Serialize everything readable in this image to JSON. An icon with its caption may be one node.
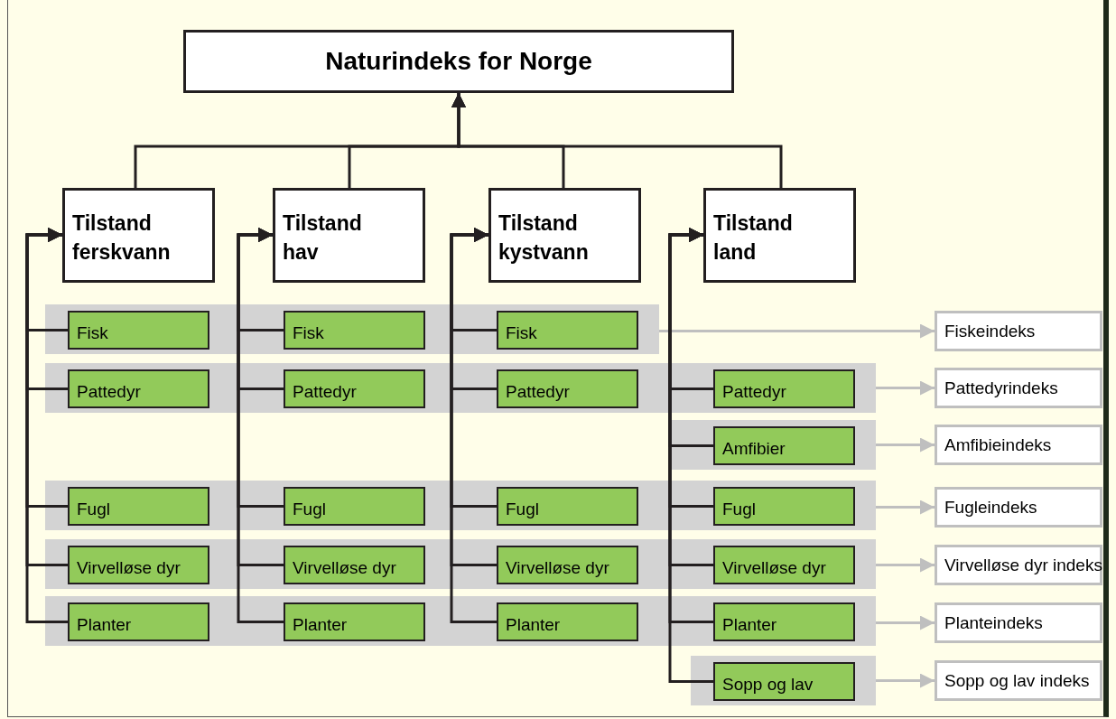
{
  "diagram": {
    "nodes": [
      {
        "text": [
          "Naturindeks for Norge"
        ]
      },
      {
        "text": [
          "Tilstand ferskvann"
        ]
      },
      {
        "text": [
          "Tilstand hav"
        ]
      },
      {
        "text": [
          "Tilstand kystvann"
        ]
      },
      {
        "text": [
          "Tilstand land"
        ]
      },
      {
        "text": [],
        "shape": "bar"
      },
      {
        "text": [
          "Fisk"
        ],
        "in": 5
      },
      {
        "text": [
          "Fisk"
        ],
        "in": 5
      },
      {
        "text": [
          "Fisk"
        ],
        "in": 5
      },
      {
        "text": [
          "Fiskeindeks"
        ]
      },
      {
        "text": [],
        "shape": "bar"
      },
      {
        "text": [
          "Pattedyr"
        ],
        "in": 10
      },
      {
        "text": [
          "Pattedyr"
        ],
        "in": 10
      },
      {
        "text": [
          "Pattedyr"
        ],
        "in": 10
      },
      {
        "text": [
          "Pattedyr"
        ],
        "in": 10
      },
      {
        "text": [
          "Pattedyrindeks"
        ]
      },
      {
        "text": [],
        "shape": "bar"
      },
      {
        "text": [
          "Amfibier"
        ],
        "in": 16
      },
      {
        "text": [
          "Amfibieindeks"
        ]
      },
      {
        "text": [],
        "shape": "bar"
      },
      {
        "text": [
          "Fugl"
        ],
        "in": 19
      },
      {
        "text": [
          "Fugl"
        ],
        "in": 19
      },
      {
        "text": [
          "Fugl"
        ],
        "in": 19
      },
      {
        "text": [
          "Fugl"
        ],
        "in": 19
      },
      {
        "text": [
          "Fugleindeks"
        ]
      },
      {
        "text": [],
        "shape": "bar"
      },
      {
        "text": [
          "Virvelløse dyr"
        ],
        "in": 25
      },
      {
        "text": [
          "Virvelløse dyr"
        ],
        "in": 25
      },
      {
        "text": [
          "Virvelløse dyr"
        ],
        "in": 25
      },
      {
        "text": [
          "Virvelløse dyr"
        ],
        "in": 25
      },
      {
        "text": [
          "Virvelløse dyr indeks"
        ]
      },
      {
        "text": [],
        "shape": "bar"
      },
      {
        "text": [
          "Planter"
        ],
        "in": 31
      },
      {
        "text": [
          "Planter"
        ],
        "in": 31
      },
      {
        "text": [
          "Planter"
        ],
        "in": 31
      },
      {
        "text": [
          "Planter"
        ],
        "in": 31
      },
      {
        "text": [
          "Planteindeks"
        ]
      },
      {
        "text": [],
        "shape": "bar"
      },
      {
        "text": [
          "Sopp og lav"
        ],
        "in": 37
      },
      {
        "text": [
          "Sopp og lav indeks"
        ]
      }
    ],
    "edges": [
      {
        "from": 1,
        "to": 0,
        "arrow": "to"
      },
      {
        "from": 2,
        "to": 0,
        "arrow": "to"
      },
      {
        "from": 3,
        "to": 0,
        "arrow": "to"
      },
      {
        "from": 4,
        "to": 0,
        "arrow": "to"
      },
      {
        "from": 6,
        "to": 1,
        "arrow": "to"
      },
      {
        "from": 7,
        "to": 2,
        "arrow": "to"
      },
      {
        "from": 8,
        "to": 3,
        "arrow": "to"
      },
      {
        "from": 5,
        "to": 9,
        "arrow": "to",
        "color": "#bfbfbf"
      },
      {
        "from": 11,
        "to": 1,
        "arrow": "to"
      },
      {
        "from": 12,
        "to": 2,
        "arrow": "to"
      },
      {
        "from": 13,
        "to": 3,
        "arrow": "to"
      },
      {
        "from": 14,
        "to": 4,
        "arrow": "to"
      },
      {
        "from": 10,
        "to": 15,
        "arrow": "to",
        "color": "#bfbfbf"
      },
      {
        "from": 17,
        "to": 4,
        "arrow": "to"
      },
      {
        "from": 16,
        "to": 18,
        "arrow": "to",
        "color": "#bfbfbf"
      },
      {
        "from": 20,
        "to": 1,
        "arrow": "to"
      },
      {
        "from": 21,
        "to": 2,
        "arrow": "to"
      },
      {
        "from": 22,
        "to": 3,
        "arrow": "to"
      },
      {
        "from": 23,
        "to": 4,
        "arrow": "to"
      },
      {
        "from": 19,
        "to": 24,
        "arrow": "to",
        "color": "#bfbfbf"
      },
      {
        "from": 26,
        "to": 1,
        "arrow": "to"
      },
      {
        "from": 27,
        "to": 2,
        "arrow": "to"
      },
      {
        "from": 28,
        "to": 3,
        "arrow": "to"
      },
      {
        "from": 29,
        "to": 4,
        "arrow": "to"
      },
      {
        "from": 25,
        "to": 30,
        "arrow": "to",
        "color": "#bfbfbf"
      },
      {
        "from": 32,
        "to": 1,
        "arrow": "to"
      },
      {
        "from": 33,
        "to": 2,
        "arrow": "to"
      },
      {
        "from": 34,
        "to": 3,
        "arrow": "to"
      },
      {
        "from": 35,
        "to": 4,
        "arrow": "to"
      },
      {
        "from": 31,
        "to": 36,
        "arrow": "to",
        "color": "#bfbfbf"
      },
      {
        "from": 38,
        "to": 4,
        "arrow": "to"
      },
      {
        "from": 37,
        "to": 39,
        "arrow": "to",
        "color": "#bfbfbf"
      }
    ]
  }
}
